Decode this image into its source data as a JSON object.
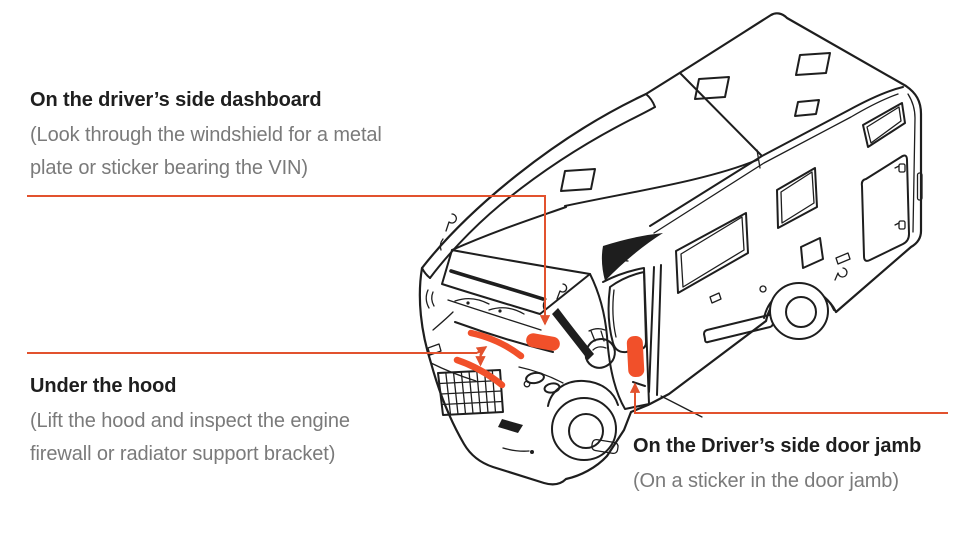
{
  "page": {
    "background": "#ffffff"
  },
  "colors": {
    "ink": "#1e1e1e",
    "muted": "#7a7a7a",
    "leader_line": "#e2522e",
    "marker_fill": "#f1502a"
  },
  "annotations": {
    "dashboard": {
      "title": "On the driver’s side dashboard",
      "desc_line1": "(Look through the windshield for a metal",
      "desc_line2": "plate or sticker bearing the VIN)"
    },
    "under_hood": {
      "title": "Under the hood",
      "desc_line1": "(Lift the hood and inspect the engine",
      "desc_line2": "firewall or radiator support bracket)"
    },
    "door_jamb": {
      "title": "On the Driver’s side door jamb",
      "desc_line1": "(On a sticker in the door jamb)"
    }
  },
  "illustration": {
    "subject": "class-c-motorhome-isometric-line-drawing",
    "vin_markers": [
      "dashboard-plate-marker",
      "hood-stripe-markers",
      "door-jamb-sticker-marker"
    ]
  }
}
